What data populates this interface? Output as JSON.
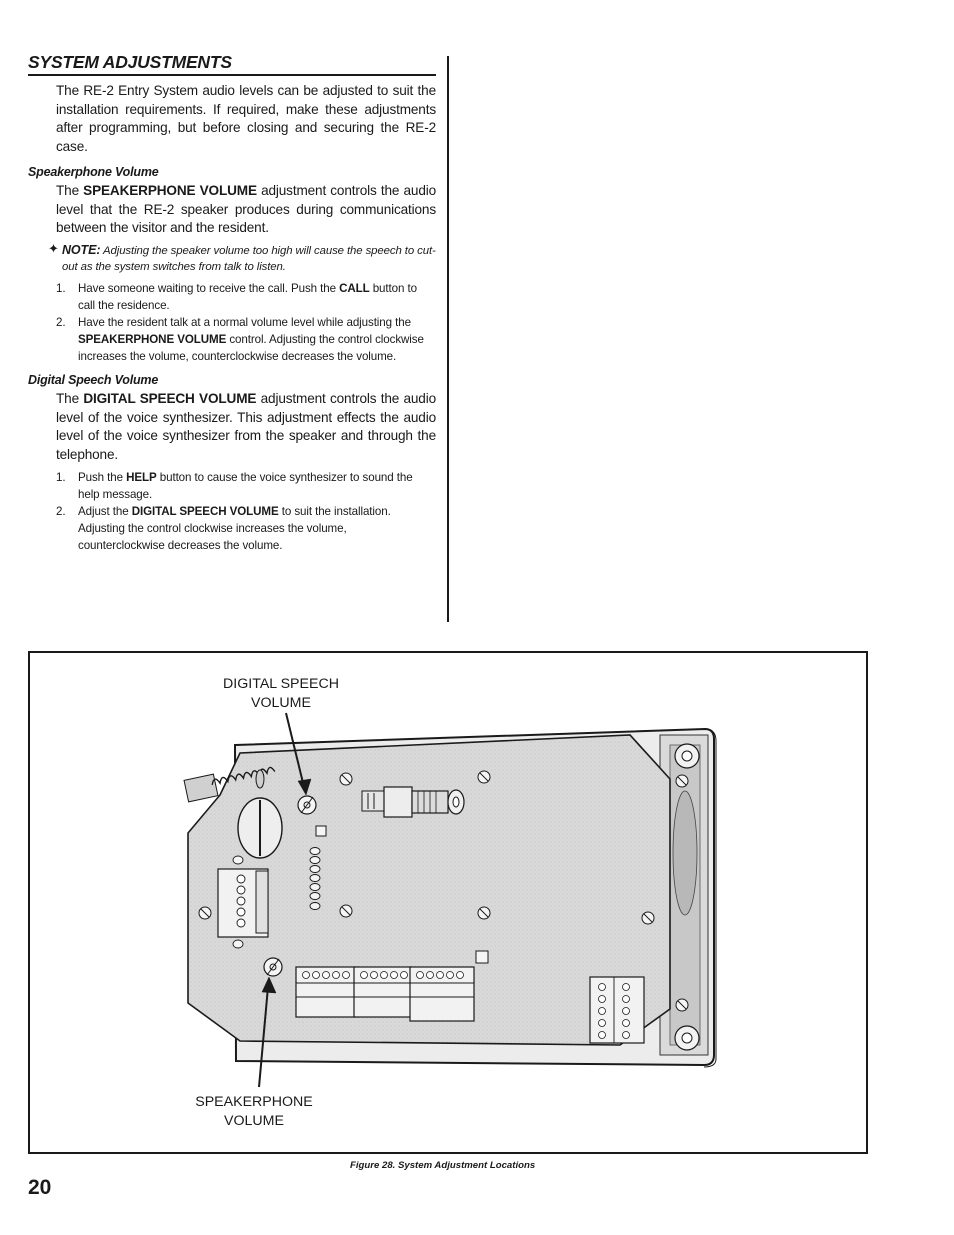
{
  "section": {
    "title": "SYSTEM ADJUSTMENTS",
    "intro": "The RE-2 Entry System audio levels can be adjusted to suit the installation requirements. If required, make these adjustments after programming, but before closing and securing the RE-2 case."
  },
  "speakerphone": {
    "heading": "Speakerphone Volume",
    "para_pre": "The ",
    "para_bold": "SPEAKERPHONE VOLUME",
    "para_post": " adjustment controls the audio level that the RE-2 speaker produces during communications between the visitor and the resident.",
    "note_mark": "✦",
    "note_label": "NOTE:",
    "note_text": " Adjusting the speaker volume too high will cause the speech to cut-out as the system switches from talk to listen.",
    "steps": [
      {
        "num": "1.",
        "pre": "Have someone waiting to receive the call. Push the ",
        "bold": "CALL",
        "post": " button to call the residence."
      },
      {
        "num": "2.",
        "pre": "Have the resident talk at a normal volume level while adjusting the ",
        "bold": "SPEAKERPHONE VOLUME",
        "post": " control. Adjusting the control clockwise increases the volume, counterclockwise decreases the volume."
      }
    ]
  },
  "digital": {
    "heading": "Digital Speech Volume",
    "para_pre": "The ",
    "para_bold": "DIGITAL SPEECH VOLUME",
    "para_post": " adjustment controls the audio level of the voice synthesizer. This adjustment effects the audio level of the voice synthesizer from the speaker and through the telephone.",
    "steps": [
      {
        "num": "1.",
        "pre": "Push the ",
        "bold": "HELP",
        "post": " button to cause the voice synthesizer to sound the help message."
      },
      {
        "num": "2.",
        "pre": "Adjust the ",
        "bold": "DIGITAL SPEECH VOLUME",
        "post": " to suit the installation. Adjusting the control clockwise increases the volume, counterclockwise decreases the volume."
      }
    ]
  },
  "figure": {
    "callout_top_line1": "DIGITAL SPEECH",
    "callout_top_line2": "VOLUME",
    "callout_bottom_line1": "SPEAKERPHONE",
    "callout_bottom_line2": "VOLUME",
    "caption": "Figure 28. System Adjustment Locations"
  },
  "page_number": "20"
}
